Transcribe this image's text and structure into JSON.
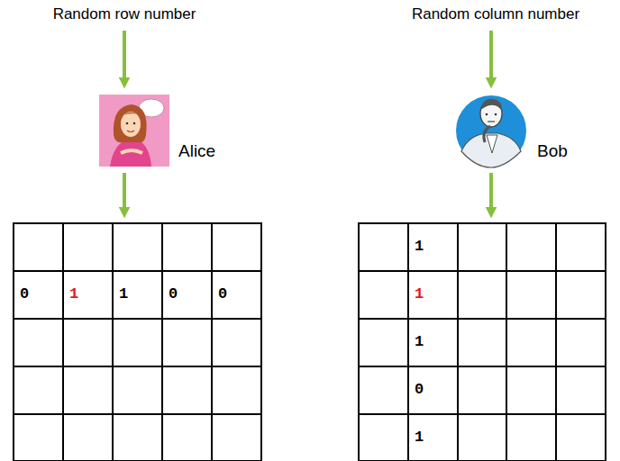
{
  "diagram": {
    "labels": [
      "Random row number",
      "Random column number",
      "Alice",
      "Bob",
      "0",
      "1",
      "1",
      "0",
      "0",
      "1",
      "1",
      "1",
      "0",
      "1"
    ]
  }
}
